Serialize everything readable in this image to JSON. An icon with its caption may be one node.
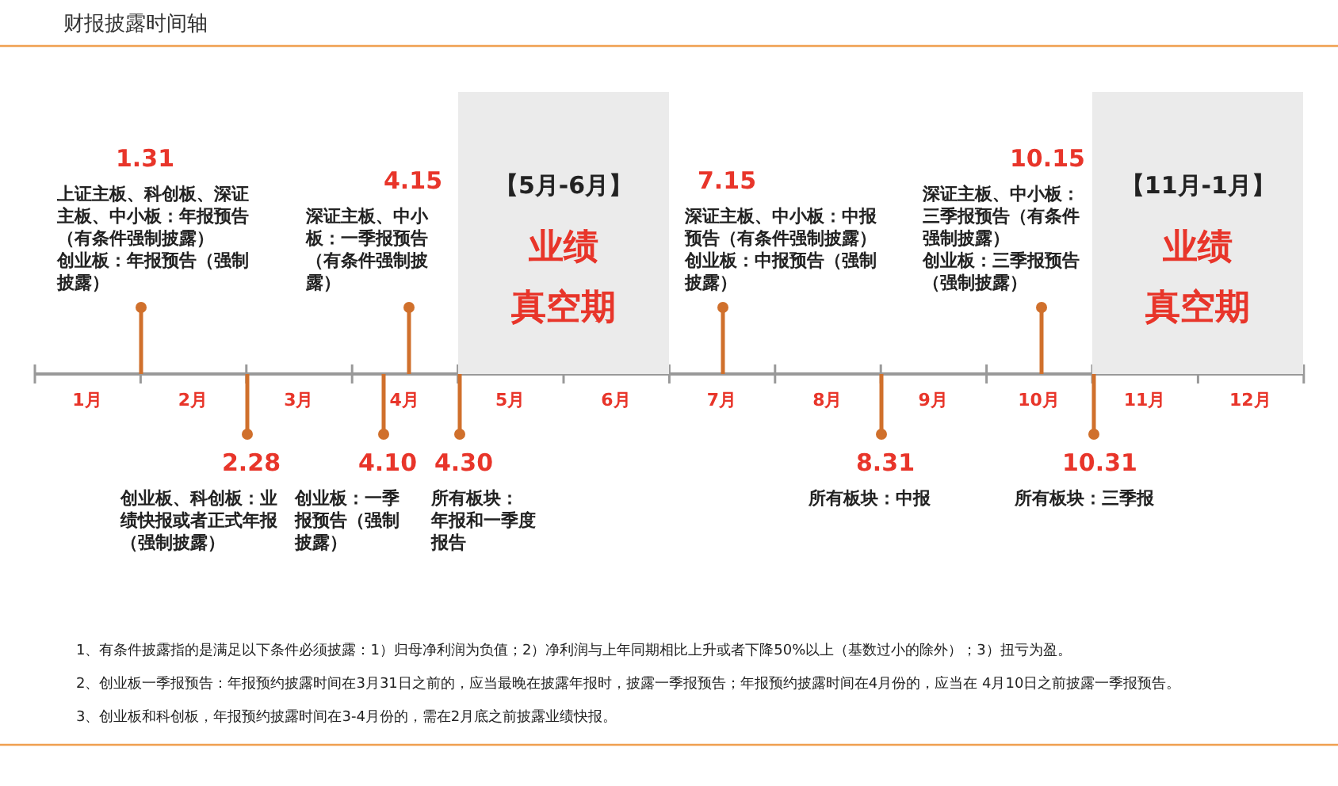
{
  "diagram": {
    "title": "财报披露时间轴",
    "nodes": [
      {
        "text": [
          "1.31",
          "**上证主板、科创板、深证主板、中小板：**年报预告（有条件强制披露）",
          "**创业板：**年报预告（强制披露）"
        ]
      },
      {
        "text": [
          "2.28",
          "**创业板、科创板：**业绩快报或者正式年报（强制披露）"
        ]
      },
      {
        "text": [
          "4.10",
          "**创业板：**一季报预告（强制披露）"
        ]
      },
      {
        "text": [
          "4.15",
          "**深证主板、中小板：**一季报预告（有条件强制披露）"
        ]
      },
      {
        "text": [
          "4.30",
          "**所有板块：**",
          "年报和一季度报告"
        ]
      },
      {
        "text": [
          "【5月-6月】",
          "业绩",
          "真空期"
        ]
      },
      {
        "text": [
          "7.15",
          "**深证主板、中小板：**中报预告（有条件强制披露）",
          "**创业板：**中报预告（强制披露）"
        ]
      },
      {
        "text": [
          "8.31",
          "**所有板块：**中报"
        ]
      },
      {
        "text": [
          "10.15",
          "**深证主板、中小板：**三季报预告（有条件强制披露）",
          "**创业板：**三季报预告（强制披露）"
        ]
      },
      {
        "text": [
          "10.31",
          "**所有板块：**三季报"
        ]
      },
      {
        "text": [
          "【11月-1月】",
          "业绩",
          "真空期"
        ]
      }
    ],
    "edges": [
      {
        "from": 0,
        "to": null,
        "arrow": "other"
      },
      {
        "from": 1,
        "to": null,
        "arrow": "other"
      },
      {
        "from": 2,
        "to": null,
        "arrow": "other"
      },
      {
        "from": 3,
        "to": null,
        "arrow": "other"
      },
      {
        "from": 4,
        "to": 5,
        "arrow": "other"
      },
      {
        "from": 6,
        "to": null,
        "arrow": "other"
      },
      {
        "from": 7,
        "to": null,
        "arrow": "other"
      },
      {
        "from": 8,
        "to": null,
        "arrow": "other"
      },
      {
        "from": 9,
        "to": 10,
        "arrow": "other"
      }
    ],
    "labels": [
      "1月",
      "2月",
      "3月",
      "4月",
      "5月",
      "6月",
      "7月",
      "8月",
      "9月",
      "10月",
      "11月",
      "12月",
      "1、有条件披露指的是满足以下条件必须披露：1）归母净利润为负值；2）净利润与上年同期相比上升或者下降50%以上（基数过小的除外）；3）扭亏为盈。",
      "2、创业板一季报预告：年报预约披露时间在3月31日之前的，应当最晚在披露年报时，披露一季报预告；年报预约披露时间在4月份的，应当在 4月10日之前披露一季报预告。",
      "3、创业板和科创板，年报预约披露时间在3-4月份的，需在2月底之前披露业绩快报。"
    ]
  }
}
